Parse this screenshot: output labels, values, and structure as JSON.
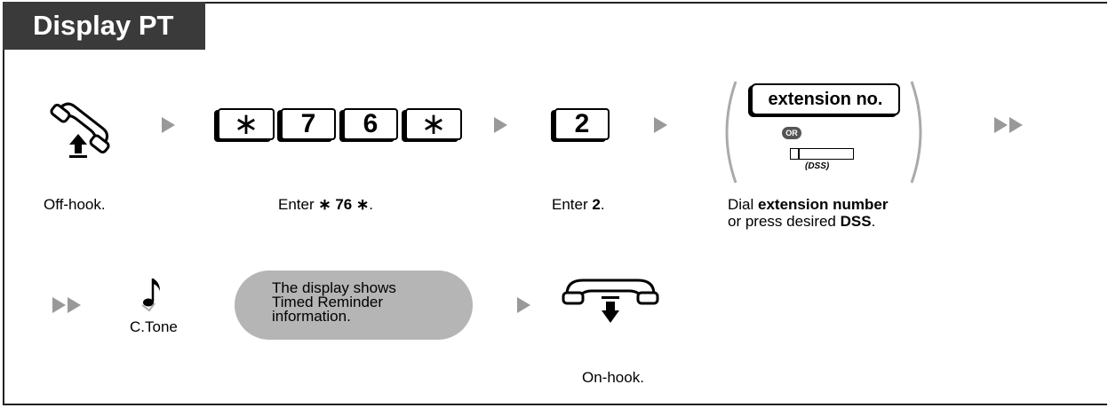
{
  "title": "Display PT",
  "row1": {
    "keys": [
      "∗",
      "7",
      "6",
      "∗"
    ],
    "key2": "2",
    "ext_option": {
      "label": "extension no.",
      "or_label": "OR",
      "dss_label": "(DSS)"
    },
    "captions": {
      "offhook": "Off-hook.",
      "enter_code_prefix": "Enter ",
      "enter_code_bold": "∗ 76 ∗",
      "enter_code_suffix": ".",
      "enter2_prefix": "Enter ",
      "enter2_bold": "2",
      "enter2_suffix": ".",
      "dial_line1_prefix": "Dial ",
      "dial_line1_bold": "extension number",
      "dial_line2_prefix": "or press desired ",
      "dial_line2_bold": "DSS",
      "dial_line2_suffix": "."
    }
  },
  "row2": {
    "tone_label": "C.Tone",
    "bubble_lines": [
      "The display shows",
      "Timed Reminder",
      "information."
    ],
    "onhook": "On-hook."
  },
  "colors": {
    "title_bg": "#3a3a3a",
    "arrow": "#999999",
    "bubble": "#b5b5b5"
  }
}
